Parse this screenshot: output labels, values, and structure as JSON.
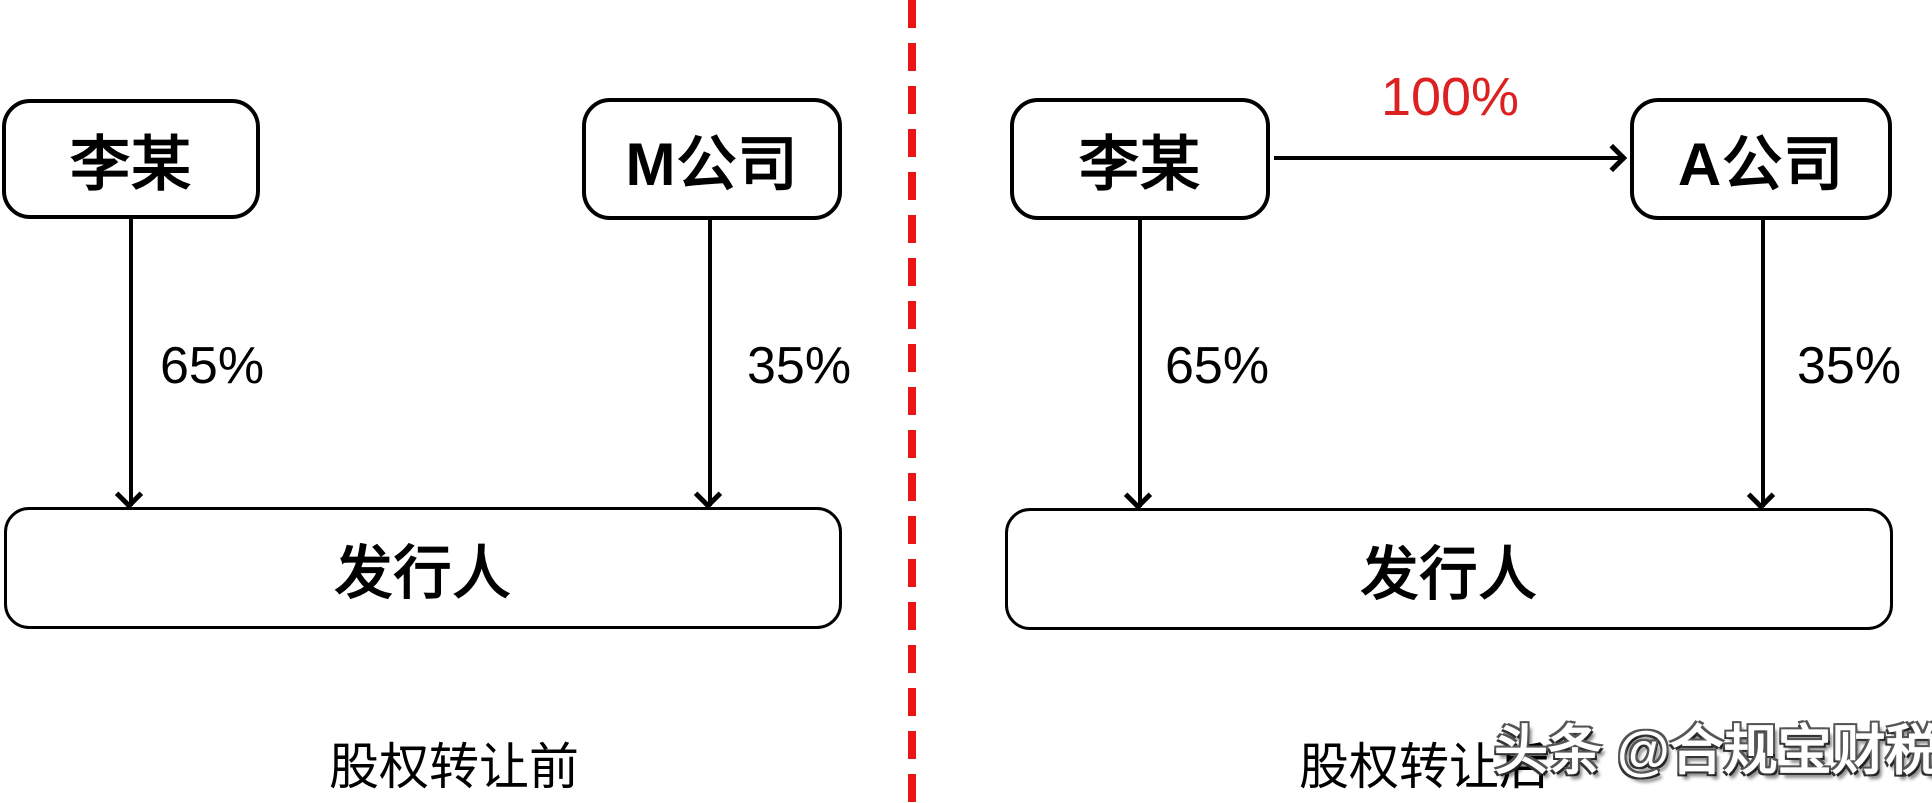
{
  "colors": {
    "red_accent": "#dd2121",
    "divider_red": "#ec1515",
    "line_black": "#000000",
    "background": "#ffffff"
  },
  "panels": [
    {
      "caption": "股权转让前",
      "nodes": [
        {
          "id": "li",
          "label": "李某"
        },
        {
          "id": "m",
          "label": "M公司"
        },
        {
          "id": "issuer",
          "label": "发行人"
        }
      ],
      "edges": [
        {
          "from": "李某",
          "to": "发行人",
          "label": "65%"
        },
        {
          "from": "M公司",
          "to": "发行人",
          "label": "35%"
        }
      ]
    },
    {
      "caption": "股权转让后",
      "nodes": [
        {
          "id": "li",
          "label": "李某"
        },
        {
          "id": "a",
          "label": "A公司"
        },
        {
          "id": "issuer",
          "label": "发行人"
        }
      ],
      "edges": [
        {
          "from": "李某",
          "to": "发行人",
          "label": "65%"
        },
        {
          "from": "A公司",
          "to": "发行人",
          "label": "35%"
        },
        {
          "from": "李某",
          "to": "A公司",
          "label": "100%",
          "color": "#dd2121"
        }
      ]
    }
  ],
  "watermark": "头条 @合规宝财税"
}
